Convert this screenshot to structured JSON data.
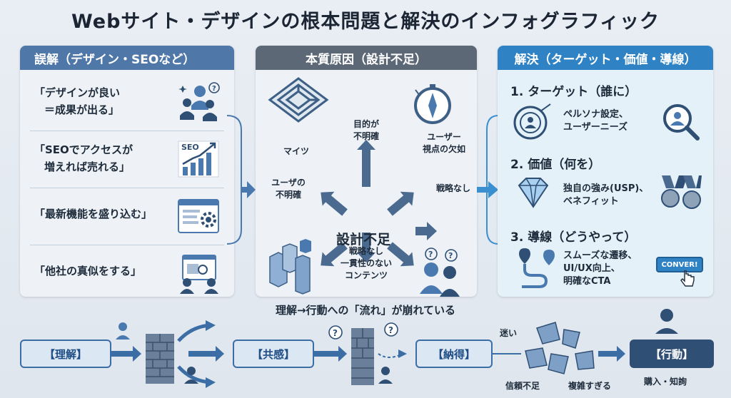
{
  "title": "Webサイト・デザインの根本問題と解決のインフォグラフィック",
  "misconceptions": {
    "header": "誤解（デザイン・SEOなど）",
    "items": [
      {
        "line1": "「デザインが良い",
        "line2": "＝成果が出る」",
        "icon": "team-question-icon"
      },
      {
        "line1": "「SEOでアクセスが",
        "line2": "増えれば売れる」",
        "icon": "seo-growth-chart-icon",
        "icon_text": "SEO"
      },
      {
        "line1": "「最新機能を盛り込む」",
        "line2": "",
        "icon": "browser-gear-icon"
      },
      {
        "line1": "「他社の真似をする」",
        "line2": "",
        "icon": "copy-website-icon"
      }
    ]
  },
  "causes": {
    "header": "本質原因（設計不足）",
    "center": "設計不足",
    "labels": {
      "maze": "マイツ",
      "purpose": "目的が\n不明確",
      "viewpoint": "ユーザー\n視点の欠如",
      "user_unclear": "ユーザの\n不明確",
      "no_strategy": "戦略なし",
      "content": "戦略なし\n一貫性のない\nコンテンツ"
    }
  },
  "solutions": {
    "header": "解決（ターゲット・価値・導線）",
    "items": [
      {
        "heading": "1. ターゲット（誰に）",
        "text": "ペルソナ設定、\nユーザーニーズ",
        "icon": "target-persona-icon"
      },
      {
        "heading": "2. 価値（何を）",
        "text": "独自の強み(USP)、\nベネフィット",
        "icon": "diamond-icon"
      },
      {
        "heading": "3. 導線（どうやって）",
        "text": "スムーズな遷移、\nUI/UX向上、\n明確なCTA",
        "icon": "path-route-icon",
        "cta_label": "CONVER!"
      }
    ]
  },
  "flow": {
    "title": "理解→行動への「流れ」が崩れている",
    "steps": [
      "【理解】",
      "【共感】",
      "【納得】",
      "【行動】"
    ],
    "labels": {
      "confusion": "迷い",
      "distrust": "信頼不足",
      "too_complex": "複雑すぎる",
      "result": "購入・知詢"
    }
  },
  "colors": {
    "misconception_header": "#4f77a8",
    "cause_header": "#5d6877",
    "solution_header": "#2f83c5",
    "arrow": "#4a79b0",
    "final_box": "#2f4f75"
  }
}
